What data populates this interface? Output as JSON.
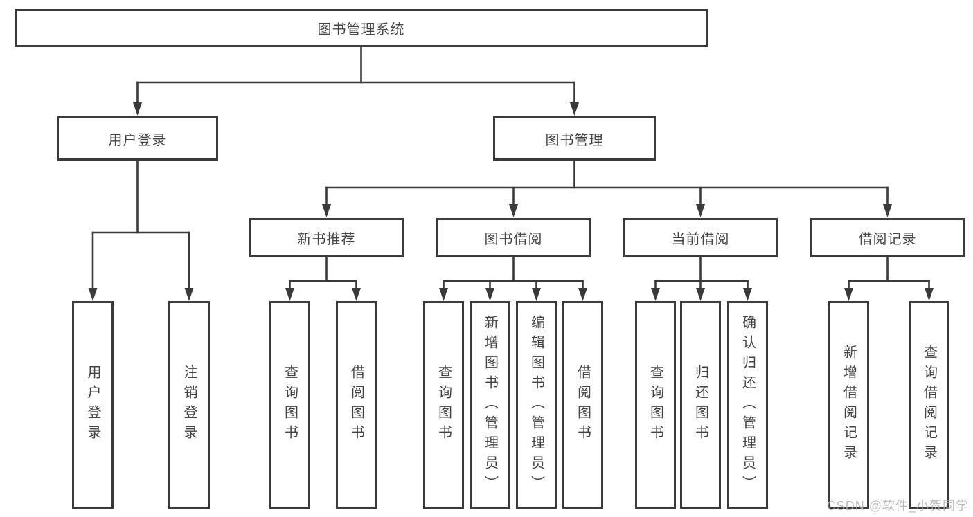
{
  "diagram": {
    "root": {
      "label": "图书管理系统"
    },
    "user_login": {
      "label": "用户登录",
      "children": {
        "login": {
          "label": "用户登录"
        },
        "logout": {
          "label": "注销登录"
        }
      }
    },
    "book_mgmt": {
      "label": "图书管理",
      "children": {
        "new_book": {
          "label": "新书推荐",
          "children": {
            "query": {
              "label": "查询图书"
            },
            "borrow": {
              "label": "借阅图书"
            }
          }
        },
        "book_borrow": {
          "label": "图书借阅",
          "children": {
            "query": {
              "label": "查询图书"
            },
            "add": {
              "label": "新增图书（管理员）"
            },
            "edit": {
              "label": "编辑图书（管理员）"
            },
            "borrow": {
              "label": "借阅图书"
            }
          }
        },
        "current_borrow": {
          "label": "当前借阅",
          "children": {
            "query": {
              "label": "查询图书"
            },
            "return": {
              "label": "归还图书"
            },
            "confirm": {
              "label": "确认归还（管理员）"
            }
          }
        },
        "records": {
          "label": "借阅记录",
          "children": {
            "add": {
              "label": "新增借阅记录"
            },
            "query": {
              "label": "查询借阅记录"
            }
          }
        }
      }
    }
  },
  "watermark": {
    "text": "CSDN @软件_小贺同学"
  },
  "colors": {
    "line": "#3a3a3a",
    "box_border": "#3a3a3a",
    "box_background": "#ffffff",
    "text": "#444444",
    "watermark": "#b0b0b0",
    "page_background": "#ffffff"
  }
}
